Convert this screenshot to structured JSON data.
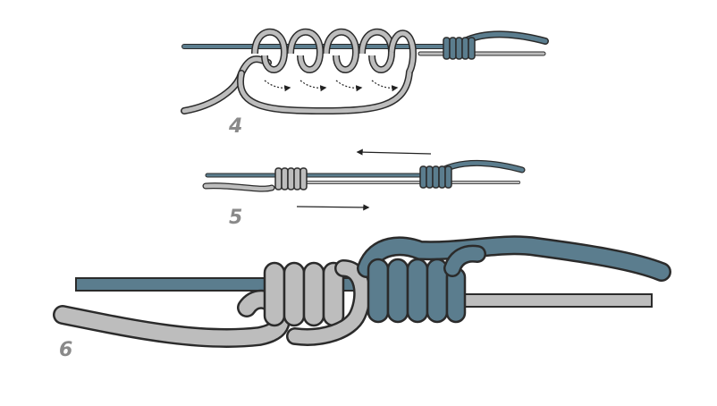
{
  "colors": {
    "blue_line": "#5b7d8e",
    "gray_line": "#bdbdbd",
    "outline": "#2b2b2b",
    "arrow": "#222222",
    "step_number": "#8a8a8a"
  },
  "steps": [
    {
      "number": "4"
    },
    {
      "number": "5"
    },
    {
      "number": "6"
    }
  ]
}
